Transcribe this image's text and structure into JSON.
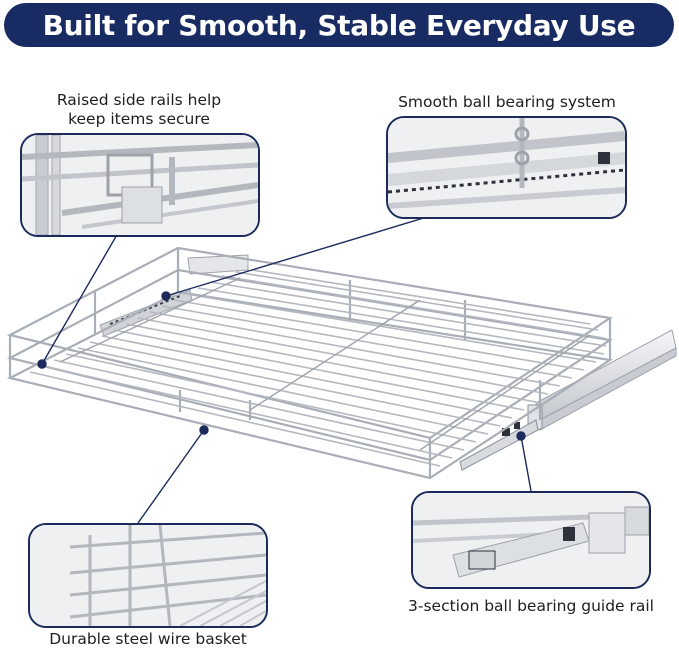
{
  "banner": {
    "title": "Built for Smooth, Stable Everyday Use"
  },
  "features": [
    {
      "lines": [
        "Raised side rails help",
        "keep items secure"
      ]
    },
    {
      "lines": [
        "Smooth ball bearing system"
      ]
    },
    {
      "lines": [
        "Durable steel wire basket"
      ]
    },
    {
      "lines": [
        "3-section ball bearing guide rail"
      ]
    }
  ],
  "colors": {
    "banner": "#182c63",
    "callout": "#1d2a5c",
    "steel": "#b9bdc4",
    "steel_dark": "#8c9199"
  }
}
